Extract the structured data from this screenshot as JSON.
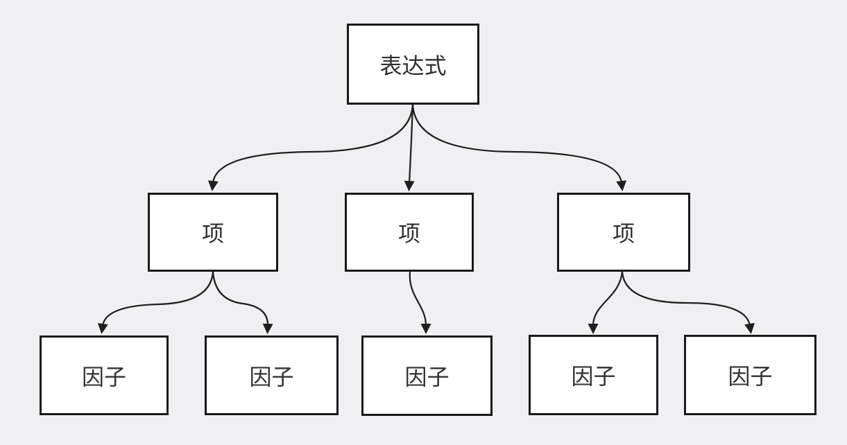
{
  "diagram": {
    "type": "tree",
    "background_color": "#f0f0f2",
    "node_fill_color": "#ffffff",
    "node_border_color": "#191919",
    "edge_color": "#1f1f1f",
    "text_color": "#303030",
    "nodes": [
      {
        "id": "expression",
        "label": "表达式",
        "level": 1
      },
      {
        "id": "term-1",
        "label": "项",
        "level": 2
      },
      {
        "id": "term-2",
        "label": "项",
        "level": 2
      },
      {
        "id": "term-3",
        "label": "项",
        "level": 2
      },
      {
        "id": "factor-1",
        "label": "因子",
        "level": 3
      },
      {
        "id": "factor-2",
        "label": "因子",
        "level": 3
      },
      {
        "id": "factor-3",
        "label": "因子",
        "level": 3
      },
      {
        "id": "factor-4",
        "label": "因子",
        "level": 3
      },
      {
        "id": "factor-5",
        "label": "因子",
        "level": 3
      }
    ],
    "edges": [
      {
        "from": "expression",
        "to": "term-1"
      },
      {
        "from": "expression",
        "to": "term-2"
      },
      {
        "from": "expression",
        "to": "term-3"
      },
      {
        "from": "term-1",
        "to": "factor-1"
      },
      {
        "from": "term-1",
        "to": "factor-2"
      },
      {
        "from": "term-2",
        "to": "factor-3"
      },
      {
        "from": "term-3",
        "to": "factor-4"
      },
      {
        "from": "term-3",
        "to": "factor-5"
      }
    ]
  }
}
